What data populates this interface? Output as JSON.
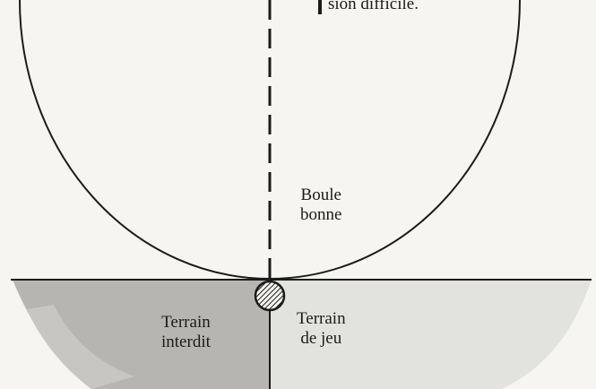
{
  "top_note": "sion difficile.",
  "labels": {
    "good_ball": [
      "Boule",
      "bonne"
    ],
    "forbidden_zone": [
      "Terrain",
      "interdit"
    ],
    "play_zone": [
      "Terrain",
      "de jeu"
    ]
  },
  "colors": {
    "ink": "#1b1b1b",
    "forbidden_fill": "#b7b5b1",
    "forbidden_light": "#cfcdca",
    "play_fill": "#e2e2df",
    "background": "#f6f5f2"
  }
}
